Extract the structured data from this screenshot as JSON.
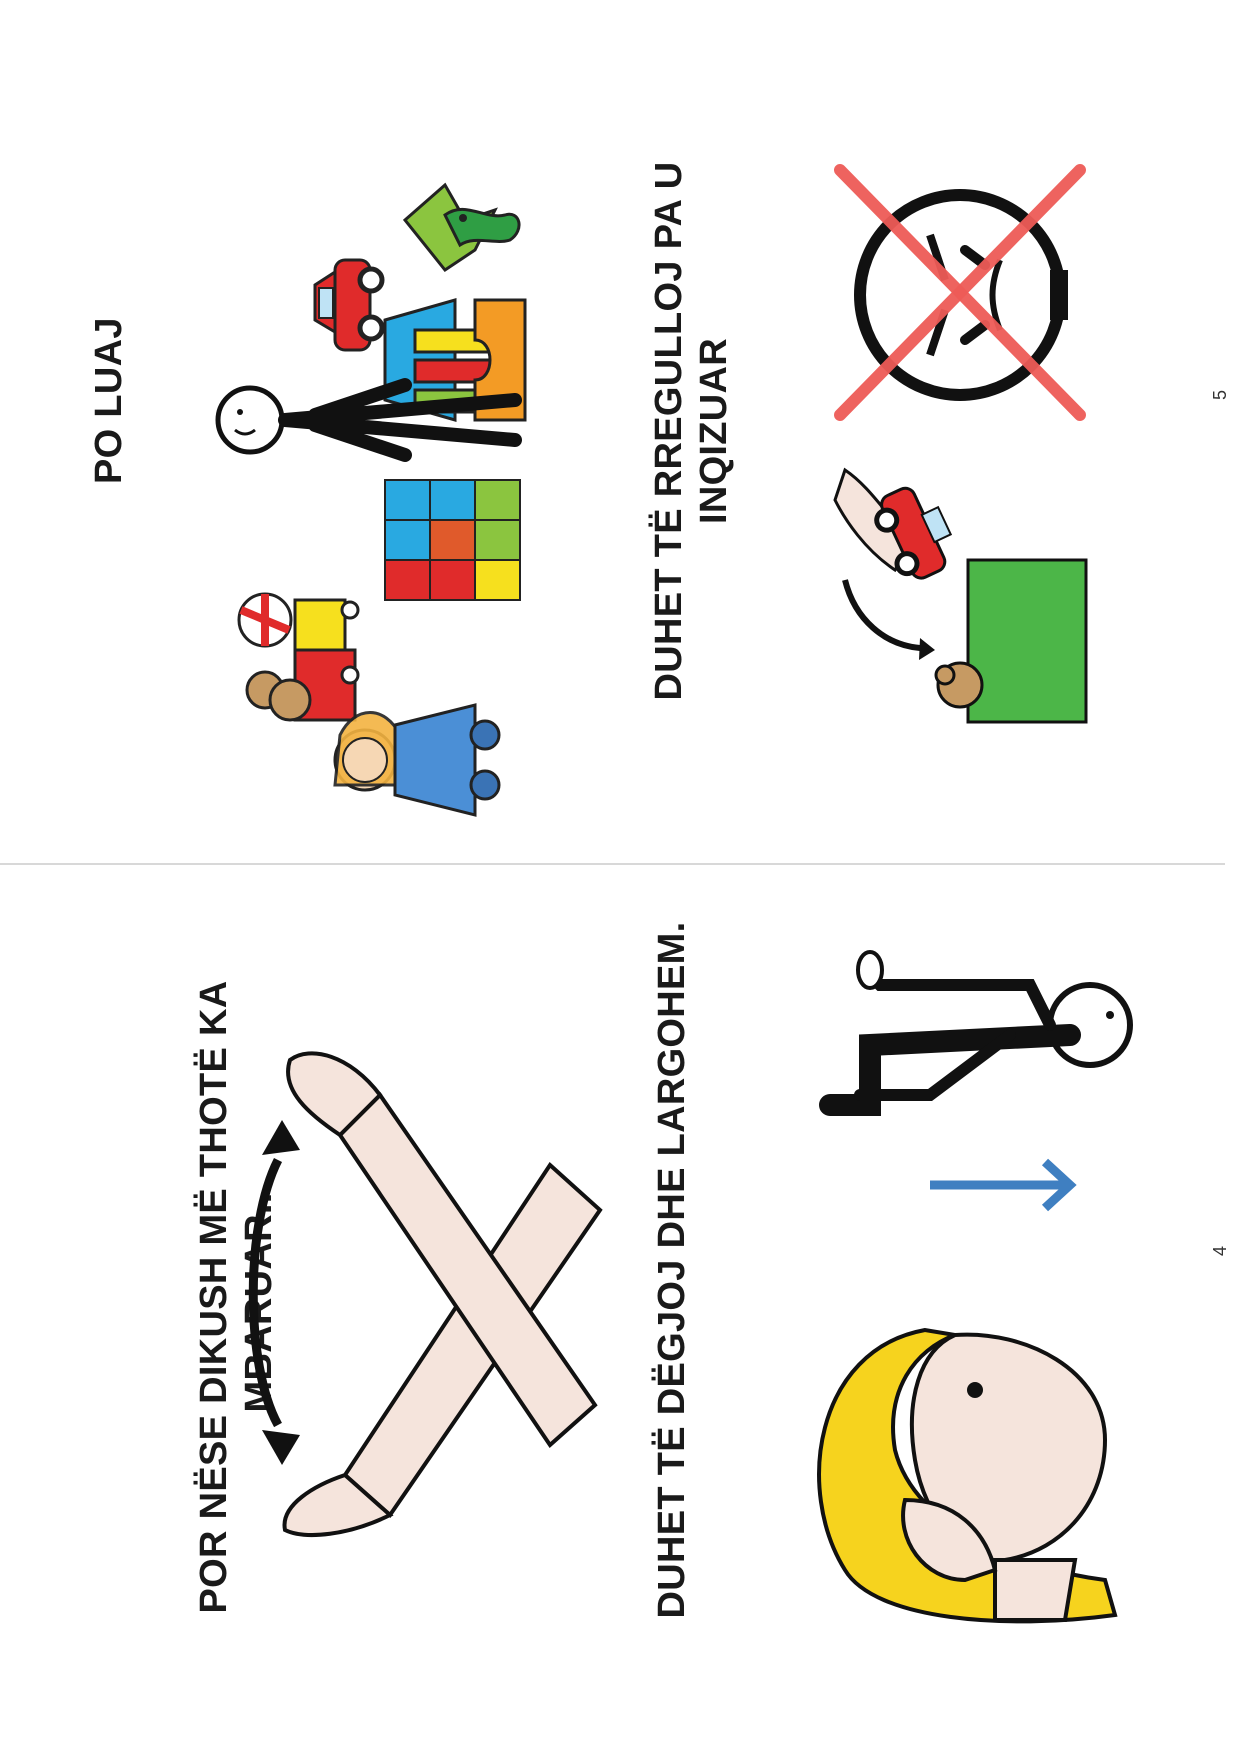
{
  "pages": [
    {
      "number": "5",
      "captions": [
        "PO LUAJ",
        "DUHET TË RREGULLOJ PA U\nINQIZUAR"
      ],
      "icons": [
        "toys-collage-icon",
        "child-figure-icon",
        "tidy-toys-into-box-icon",
        "no-angry-face-icon"
      ]
    },
    {
      "number": "4",
      "captions": [
        "POR NËSE DIKUSH MË THOTË KA\nMBARUAR...",
        "DUHET TË DËGJOJ DHE LARGOHEM."
      ],
      "icons": [
        "crossed-hands-finished-icon",
        "girl-listening-icon",
        "arrow-up-icon",
        "walking-figure-icon"
      ]
    }
  ],
  "colors": {
    "text": "#1a1a1a",
    "hair": "#f6d31e",
    "skin": "#f5e4dc",
    "arrow_blue": "#3f7fc1",
    "box_green": "#4cb648",
    "cross_red": "#ee5b57",
    "car_red": "#e02b2b"
  }
}
